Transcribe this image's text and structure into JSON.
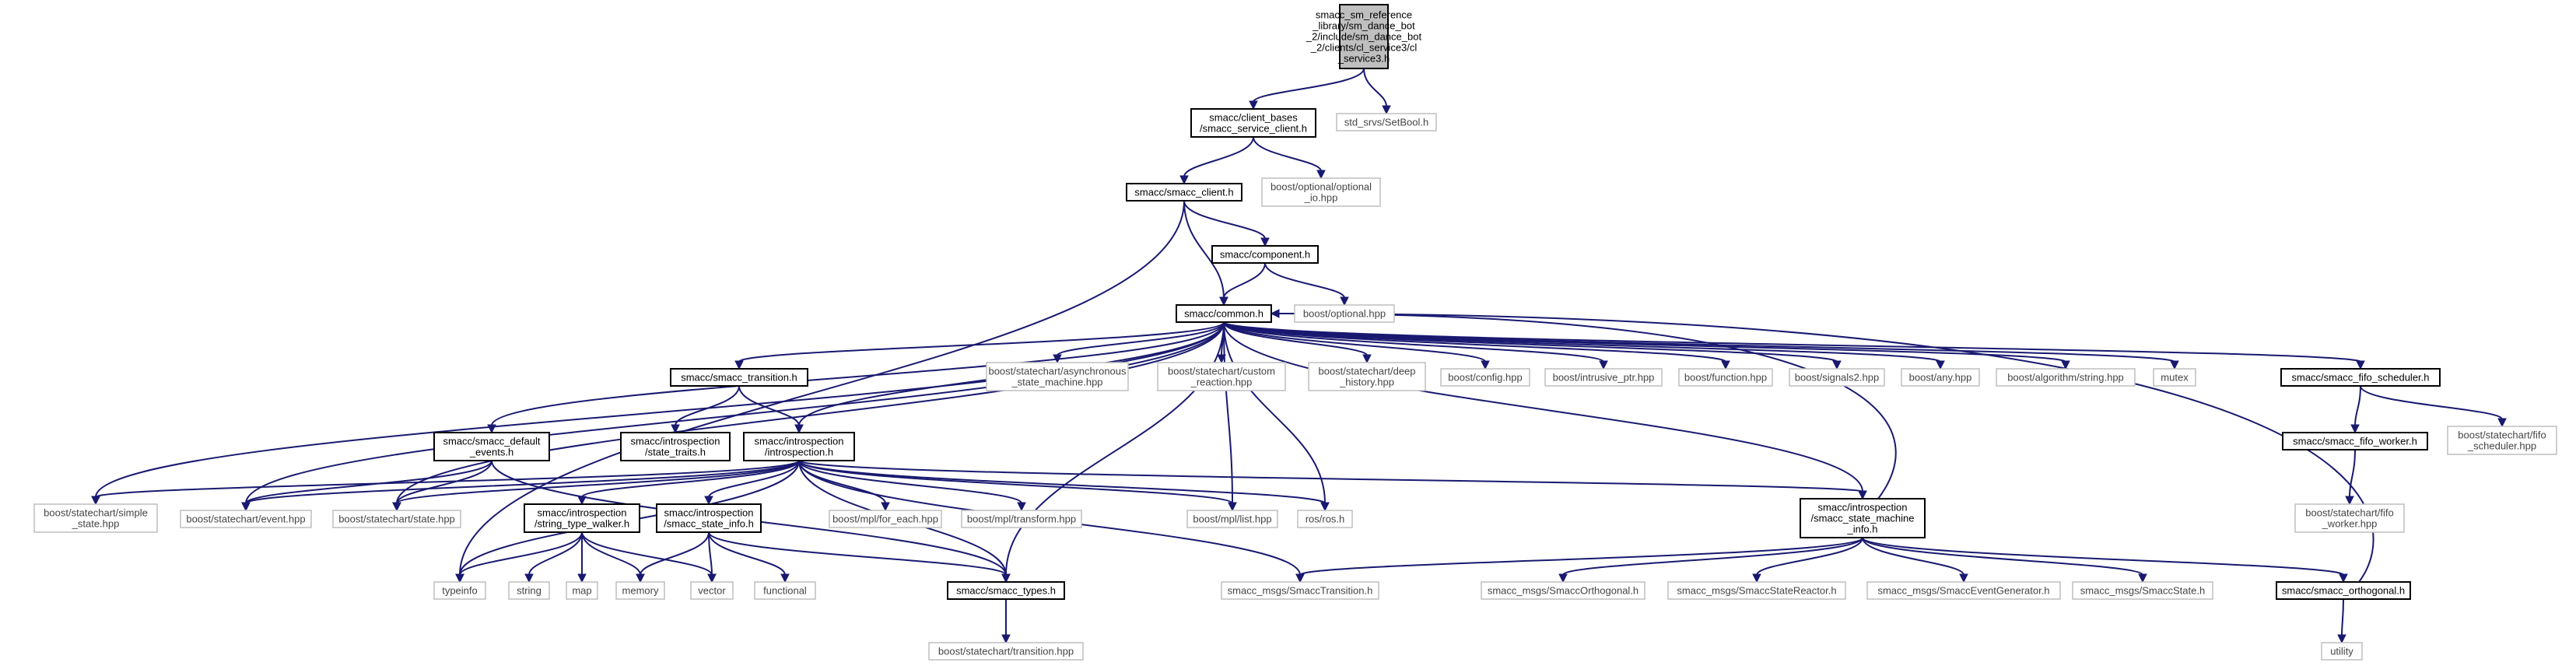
{
  "diagram": {
    "type": "include-dependency-graph",
    "nodes": {
      "root": {
        "lines": [
          "smacc_sm_reference",
          "_library/sm_dance_bot",
          "_2/include/sm_dance_bot",
          "_2/clients/cl_service3/cl",
          "_service3.h"
        ]
      },
      "service_client": {
        "lines": [
          "smacc/client_bases",
          "/smacc_service_client.h"
        ]
      },
      "setbool": {
        "lines": [
          "std_srvs/SetBool.h"
        ]
      },
      "smacc_client": {
        "lines": [
          "smacc/smacc_client.h"
        ]
      },
      "optional_io": {
        "lines": [
          "boost/optional/optional",
          "_io.hpp"
        ]
      },
      "component": {
        "lines": [
          "smacc/component.h"
        ]
      },
      "optional": {
        "lines": [
          "boost/optional.hpp"
        ]
      },
      "common": {
        "lines": [
          "smacc/common.h"
        ]
      },
      "transition": {
        "lines": [
          "smacc/smacc_transition.h"
        ]
      },
      "async_sm": {
        "lines": [
          "boost/statechart/asynchronous",
          "_state_machine.hpp"
        ]
      },
      "custom_reaction": {
        "lines": [
          "boost/statechart/custom",
          "_reaction.hpp"
        ]
      },
      "deep_history": {
        "lines": [
          "boost/statechart/deep",
          "_history.hpp"
        ]
      },
      "config": {
        "lines": [
          "boost/config.hpp"
        ]
      },
      "intrusive_ptr": {
        "lines": [
          "boost/intrusive_ptr.hpp"
        ]
      },
      "function": {
        "lines": [
          "boost/function.hpp"
        ]
      },
      "signals2": {
        "lines": [
          "boost/signals2.hpp"
        ]
      },
      "any": {
        "lines": [
          "boost/any.hpp"
        ]
      },
      "algo_string": {
        "lines": [
          "boost/algorithm/string.hpp"
        ]
      },
      "mutex": {
        "lines": [
          "mutex"
        ]
      },
      "fifo_scheduler": {
        "lines": [
          "smacc/smacc_fifo_scheduler.h"
        ]
      },
      "default_events": {
        "lines": [
          "smacc/smacc_default",
          "_events.h"
        ]
      },
      "state_traits": {
        "lines": [
          "smacc/introspection",
          "/state_traits.h"
        ]
      },
      "introspection": {
        "lines": [
          "smacc/introspection",
          "/introspection.h"
        ]
      },
      "fifo_worker": {
        "lines": [
          "smacc/smacc_fifo_worker.h"
        ]
      },
      "fifo_scheduler_hpp": {
        "lines": [
          "boost/statechart/fifo",
          "_scheduler.hpp"
        ]
      },
      "simple_state": {
        "lines": [
          "boost/statechart/simple",
          "_state.hpp"
        ]
      },
      "event_hpp": {
        "lines": [
          "boost/statechart/event.hpp"
        ]
      },
      "state_hpp": {
        "lines": [
          "boost/statechart/state.hpp"
        ]
      },
      "string_type_walker": {
        "lines": [
          "smacc/introspection",
          "/string_type_walker.h"
        ]
      },
      "state_info": {
        "lines": [
          "smacc/introspection",
          "/smacc_state_info.h"
        ]
      },
      "for_each": {
        "lines": [
          "boost/mpl/for_each.hpp"
        ]
      },
      "mpl_transform": {
        "lines": [
          "boost/mpl/transform.hpp"
        ]
      },
      "mpl_list": {
        "lines": [
          "boost/mpl/list.hpp"
        ]
      },
      "ros": {
        "lines": [
          "ros/ros.h"
        ]
      },
      "sm_info": {
        "lines": [
          "smacc/introspection",
          "/smacc_state_machine",
          "_info.h"
        ]
      },
      "fifo_worker_hpp": {
        "lines": [
          "boost/statechart/fifo",
          "_worker.hpp"
        ]
      },
      "typeinfo": {
        "lines": [
          "typeinfo"
        ]
      },
      "string": {
        "lines": [
          "string"
        ]
      },
      "map": {
        "lines": [
          "map"
        ]
      },
      "memory": {
        "lines": [
          "memory"
        ]
      },
      "vector": {
        "lines": [
          "vector"
        ]
      },
      "functional": {
        "lines": [
          "functional"
        ]
      },
      "smacc_types": {
        "lines": [
          "smacc/smacc_types.h"
        ]
      },
      "msg_transition": {
        "lines": [
          "smacc_msgs/SmaccTransition.h"
        ]
      },
      "msg_orthogonal": {
        "lines": [
          "smacc_msgs/SmaccOrthogonal.h"
        ]
      },
      "msg_state_reactor": {
        "lines": [
          "smacc_msgs/SmaccStateReactor.h"
        ]
      },
      "msg_event_generator": {
        "lines": [
          "smacc_msgs/SmaccEventGenerator.h"
        ]
      },
      "msg_state": {
        "lines": [
          "smacc_msgs/SmaccState.h"
        ]
      },
      "smacc_orthogonal": {
        "lines": [
          "smacc/smacc_orthogonal.h"
        ]
      },
      "transition_hpp": {
        "lines": [
          "boost/statechart/transition.hpp"
        ]
      },
      "utility": {
        "lines": [
          "utility"
        ]
      }
    },
    "edges": [
      [
        "root",
        "service_client"
      ],
      [
        "root",
        "setbool"
      ],
      [
        "service_client",
        "smacc_client"
      ],
      [
        "service_client",
        "optional_io"
      ],
      [
        "smacc_client",
        "component"
      ],
      [
        "smacc_client",
        "common"
      ],
      [
        "smacc_client",
        "typeinfo"
      ],
      [
        "component",
        "common"
      ],
      [
        "component",
        "optional"
      ],
      [
        "common",
        "transition"
      ],
      [
        "common",
        "async_sm"
      ],
      [
        "common",
        "custom_reaction"
      ],
      [
        "common",
        "deep_history"
      ],
      [
        "common",
        "config"
      ],
      [
        "common",
        "intrusive_ptr"
      ],
      [
        "common",
        "function"
      ],
      [
        "common",
        "signals2"
      ],
      [
        "common",
        "any"
      ],
      [
        "common",
        "algo_string"
      ],
      [
        "common",
        "mutex"
      ],
      [
        "common",
        "fifo_scheduler"
      ],
      [
        "common",
        "default_events"
      ],
      [
        "common",
        "introspection"
      ],
      [
        "common",
        "simple_state"
      ],
      [
        "common",
        "event_hpp"
      ],
      [
        "common",
        "state_hpp"
      ],
      [
        "common",
        "mpl_list"
      ],
      [
        "common",
        "ros"
      ],
      [
        "common",
        "smacc_types"
      ],
      [
        "common",
        "sm_info"
      ],
      [
        "transition",
        "state_traits"
      ],
      [
        "transition",
        "introspection"
      ],
      [
        "fifo_scheduler",
        "fifo_worker"
      ],
      [
        "fifo_scheduler",
        "fifo_scheduler_hpp"
      ],
      [
        "fifo_worker",
        "fifo_worker_hpp"
      ],
      [
        "default_events",
        "event_hpp"
      ],
      [
        "default_events",
        "state_hpp"
      ],
      [
        "default_events",
        "smacc_types"
      ],
      [
        "introspection",
        "simple_state"
      ],
      [
        "introspection",
        "event_hpp"
      ],
      [
        "introspection",
        "state_hpp"
      ],
      [
        "introspection",
        "string_type_walker"
      ],
      [
        "introspection",
        "state_info"
      ],
      [
        "introspection",
        "for_each"
      ],
      [
        "introspection",
        "mpl_transform"
      ],
      [
        "introspection",
        "mpl_list"
      ],
      [
        "introspection",
        "ros"
      ],
      [
        "introspection",
        "smacc_types"
      ],
      [
        "introspection",
        "msg_transition"
      ],
      [
        "introspection",
        "sm_info"
      ],
      [
        "introspection",
        "typeinfo"
      ],
      [
        "string_type_walker",
        "typeinfo"
      ],
      [
        "string_type_walker",
        "string"
      ],
      [
        "string_type_walker",
        "map"
      ],
      [
        "string_type_walker",
        "memory"
      ],
      [
        "string_type_walker",
        "vector"
      ],
      [
        "state_info",
        "memory"
      ],
      [
        "state_info",
        "vector"
      ],
      [
        "state_info",
        "functional"
      ],
      [
        "state_info",
        "smacc_types"
      ],
      [
        "sm_info",
        "msg_transition"
      ],
      [
        "sm_info",
        "msg_orthogonal"
      ],
      [
        "sm_info",
        "msg_state_reactor"
      ],
      [
        "sm_info",
        "msg_event_generator"
      ],
      [
        "sm_info",
        "msg_state"
      ],
      [
        "sm_info",
        "smacc_orthogonal"
      ],
      [
        "sm_info",
        "common"
      ],
      [
        "smacc_types",
        "transition_hpp"
      ],
      [
        "smacc_orthogonal",
        "utility"
      ],
      [
        "smacc_orthogonal",
        "common"
      ]
    ]
  }
}
